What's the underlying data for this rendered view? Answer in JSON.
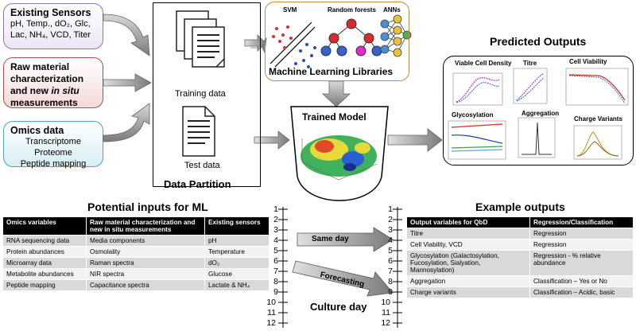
{
  "sources": {
    "sensors": {
      "title": "Existing Sensors",
      "body": "pH, Temp., dO₂, Glc, Lac, NH₄, VCD, Titer"
    },
    "raw_material": {
      "title_part1": "Raw material characterization and new ",
      "title_italic": "in situ",
      "title_part2": " measurements"
    },
    "omics": {
      "title": "Omics data",
      "lines": [
        "Transcriptome",
        "Proteome",
        "Peptide mapping"
      ]
    }
  },
  "partition": {
    "training_label": "Training data",
    "test_label": "Test data",
    "caption": "Data Partition"
  },
  "ml": {
    "svm": "SVM",
    "rf": "Random forests",
    "anns": "ANNs",
    "caption": "Machine Learning Libraries"
  },
  "trained_model": {
    "title": "Trained Model"
  },
  "predicted": {
    "title": "Predicted Outputs",
    "charts": [
      "Viable Cell Density",
      "Titre",
      "Cell Viability",
      "Glycosylation",
      "Aggregation",
      "Charge Variants"
    ]
  },
  "inputs": {
    "title": "Potential inputs for ML",
    "headers": [
      "Omics variables",
      "Raw material characterization and new in situ measurements",
      "Existing sensors"
    ],
    "rows": [
      [
        "RNA sequencing data",
        "Media components",
        "pH"
      ],
      [
        "Protein abundances",
        "Osmolality",
        "Temperature"
      ],
      [
        "Microarray data",
        "Raman spectra",
        "dO₂"
      ],
      [
        "Metabolite abundances",
        "NIR spectra",
        "Glucose"
      ],
      [
        "Peptide mapping",
        "Capacitance spectra",
        "Lactate & NH₄"
      ]
    ]
  },
  "culture": {
    "days": [
      "1",
      "2",
      "3",
      "4",
      "5",
      "6",
      "7",
      "8",
      "9",
      "10",
      "11",
      "12"
    ],
    "same_day": "Same day",
    "forecasting": "Forecasting",
    "caption": "Culture day"
  },
  "outputs": {
    "title": "Example outputs",
    "headers": [
      "Output variables for QbD",
      "Regression/Classification"
    ],
    "rows": [
      [
        "Titre",
        "Regression"
      ],
      [
        "Cell Viability, VCD",
        "Regression"
      ],
      [
        "Glycosylation (Galactosylation, Fucosylation, Sialyation, Mannosylation)",
        "Regression - % relative abundance"
      ],
      [
        "Aggregation",
        "Classification – Yes or No"
      ],
      [
        "Charge variants",
        "Classification – Acidic, basic"
      ]
    ]
  }
}
